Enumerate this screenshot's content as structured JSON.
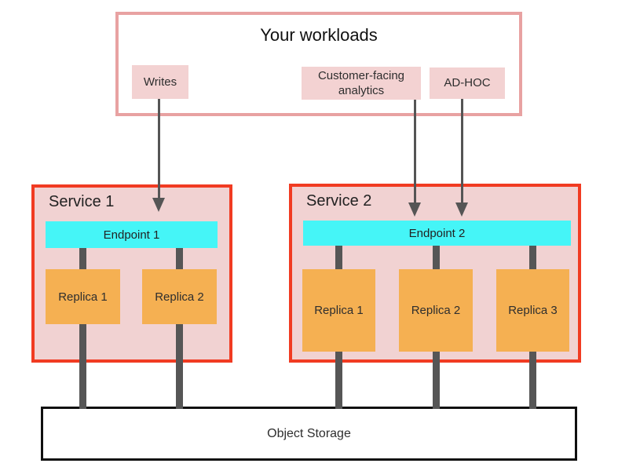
{
  "workloads": {
    "title": "Your workloads",
    "chips": [
      {
        "label": "Writes"
      },
      {
        "label": "Customer-facing analytics"
      },
      {
        "label": "AD-HOC"
      }
    ]
  },
  "services": [
    {
      "title": "Service 1",
      "endpoint": "Endpoint 1",
      "replicas": [
        "Replica 1",
        "Replica 2"
      ]
    },
    {
      "title": "Service 2",
      "endpoint": "Endpoint 2",
      "replicas": [
        "Replica 1",
        "Replica 2",
        "Replica 3"
      ]
    }
  ],
  "storage": {
    "label": "Object Storage"
  },
  "colors": {
    "workloads_border": "#e8a2a2",
    "chip_bg": "#f3d2d2",
    "service_border": "#f13b22",
    "service_bg": "#f1d2d2",
    "endpoint_bg": "#45f5f7",
    "replica_bg": "#f5b052",
    "connector": "#565656",
    "arrow": "#555555",
    "storage_border": "#101010",
    "text": "#2e2e2e",
    "title_text": "#111111"
  }
}
